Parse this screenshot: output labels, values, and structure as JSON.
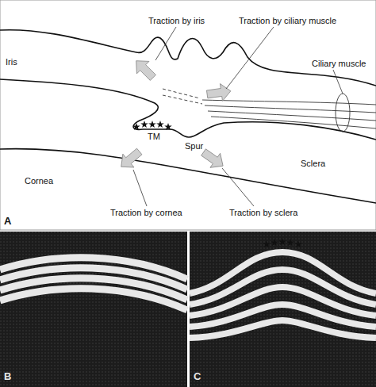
{
  "diagram": {
    "labels": [
      "A",
      "Iris",
      "Traction by iris",
      "Traction by ciliary muscle",
      "Ciliary muscle",
      "TM",
      "Spur",
      "Cornea",
      "Sclera",
      "Traction by cornea",
      "Traction by sclera",
      "B",
      "C"
    ]
  }
}
